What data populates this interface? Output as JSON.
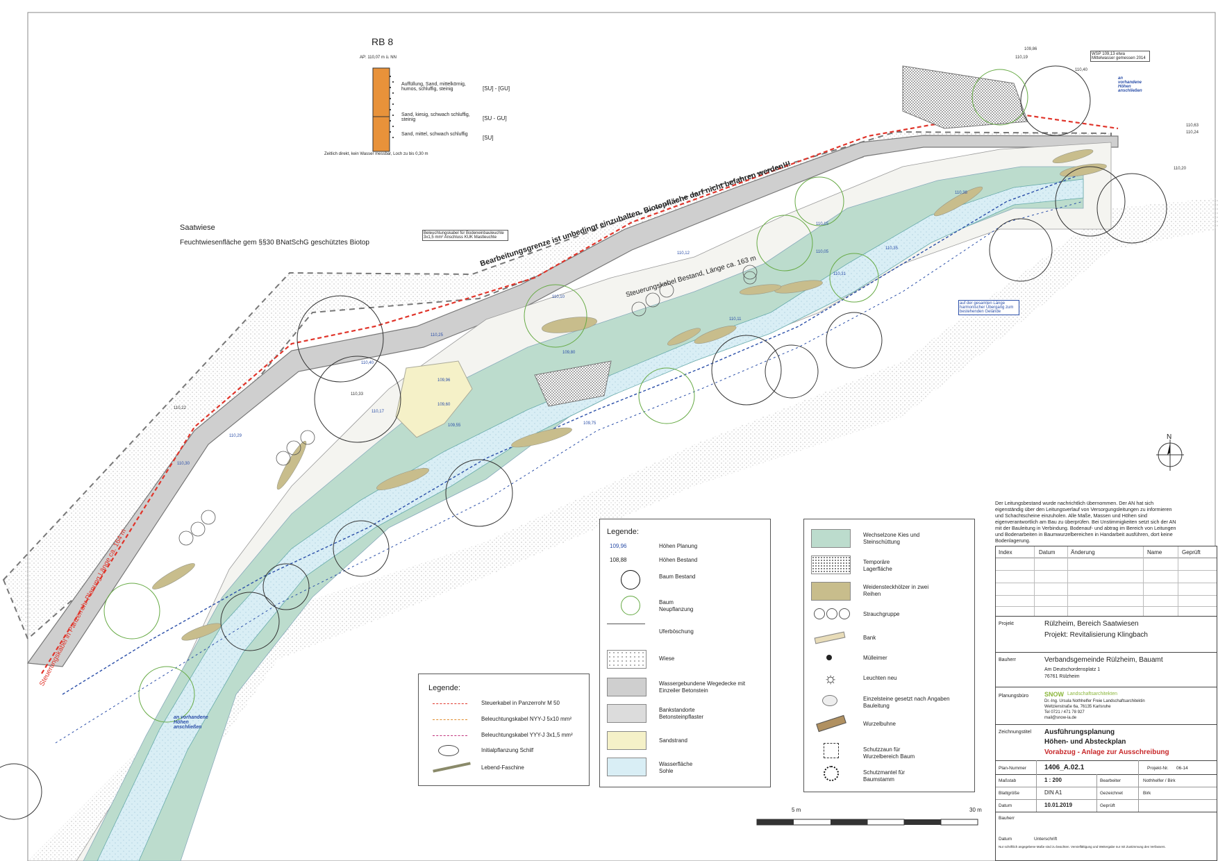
{
  "title_labels": {
    "saatwiese": "Saatwiese",
    "biotop": "Feuchtwiesenfläche gem §§30 BNatSchG geschütztes Biotop",
    "grenze": "Bearbeitungsgrenze ist unbedingt einzuhalten. Biotopfläche darf nicht befahren werden!!!",
    "steuerkabel_bestand": "Steuerungskabel Bestand, Länge ca. 163 m",
    "steuerkabel_planung": "Steuerungskabel in Panzerrohr Planung Länge ca. 164 m",
    "beleuchtung_note": "Beleuchtungskabel für Bodeneinbauleuchte 3x1,5 mm² Anschluss KUK Mastleuchte",
    "wsp_note": "WSP 109,13 etwa Mittelwasser gemessen 2014",
    "gelaende_note": "auf der gesamten Länge harmonischer Übergang zum bestehenden Gelände",
    "anschliessen_1": "an vorhandene Höhen anschließen",
    "anschliessen_2": "an vorhandene Höhen anschließen",
    "north": "N"
  },
  "profile": {
    "title": "RB 8",
    "header": "AP: 110,07 m ü. NN",
    "layers": [
      {
        "label": "Auffüllung, Sand, mittelkörnig, humos, schluffig, steinig",
        "code": "[SU] - [GU]"
      },
      {
        "label": "Sand, kiesig, schwach schluffig, steinig",
        "code": "[SU - GU]"
      },
      {
        "label": "Sand, mittel, schwach schluffig",
        "code": "[SU]"
      }
    ],
    "footer": "Zeitlich direkt, kein Wasser messbar, Loch zu bis 0,30 m"
  },
  "legend_lines": {
    "title": "Legende:",
    "items": [
      {
        "label": "Steuerkabel in Panzerrohr M 50",
        "color": "#e0342a"
      },
      {
        "label": "Beleuchtungskabel NYY-J 5x10 mm²",
        "color": "#e08a2a"
      },
      {
        "label": "Beleuchtungskabel YYY-J 3x1,5 mm²",
        "color": "#c0307a"
      },
      {
        "label": "Initialpflanzung Schilf",
        "color": "#444444"
      },
      {
        "label": "Lebend-Faschine",
        "color": "#8a8a6a"
      }
    ]
  },
  "legend_symbols": {
    "title": "Legende:",
    "items": [
      {
        "label": "Höhen Planung",
        "value": "109,96"
      },
      {
        "label": "Höhen Bestand",
        "value": "108,88"
      },
      {
        "label": "Baum Bestand"
      },
      {
        "label": "Baum Neupflanzung"
      },
      {
        "label": "Uferböschung"
      },
      {
        "label": "Wiese"
      },
      {
        "label": "Wassergebundene Wegedecke mit Einzeiler Betonstein"
      },
      {
        "label": "Bankstandorte Betonsteinpflaster"
      },
      {
        "label": "Sandstrand"
      },
      {
        "label": "Wasserfläche Sohle"
      }
    ]
  },
  "legend_areas": {
    "items": [
      {
        "label": "Wechselzone Kies und Steinschüttung"
      },
      {
        "label": "Temporäre Lagerfläche"
      },
      {
        "label": "Weidensteckhölzer in zwei Reihen"
      },
      {
        "label": "Strauchgruppe"
      },
      {
        "label": "Bank"
      },
      {
        "label": "Mülleimer"
      },
      {
        "label": "Leuchten neu"
      },
      {
        "label": "Einzelsteine gesetzt nach Angaben Bauleitung"
      },
      {
        "label": "Wurzelbuhne"
      },
      {
        "label": "Schutzzaun für Wurzelbereich Baum"
      },
      {
        "label": "Schutzmantel für Baumstamm"
      }
    ]
  },
  "scale_bar": {
    "start": "5 m",
    "end": "30 m"
  },
  "notes": "Der Leitungsbestand wurde nachrichtlich übernommen. Der AN hat sich eigenständig über den Leitungsverlauf von Versorgungsleitungen zu informieren und Schachtscheine einzuholen. Alle Maße, Massen und Höhen sind eigenverantwortlich am Bau zu überprüfen. Bei Unstimmigkeiten setzt sich der AN mit der Bauleitung in Verbindung. Bodenauf- und abtrag im Bereich von Leitungen und Bodenarbeiten in Baumwurzelbereichen in Handarbeit ausführen, dort keine Bodenlagerung.",
  "titleblock": {
    "index_headers": [
      "Index",
      "Datum",
      "Änderung",
      "Name",
      "Geprüft"
    ],
    "projekt_label": "Projekt",
    "projekt_1": "Rülzheim, Bereich Saatwiesen",
    "projekt_2": "Projekt:  Revitalisierung Klingbach",
    "bauherr_label": "Bauherr",
    "bauherr_1": "Verbandsgemeinde Rülzheim, Bauamt",
    "bauherr_2": "Am Deutschordensplatz 1",
    "bauherr_3": "76761 Rülzheim",
    "buero_label": "Planungsbüro",
    "buero_logo": "SNOW",
    "buero_logo_sub": "Landschaftsarchitekten",
    "buero_1": "Dr.-Ing. Ursula Nothhelfer Freie Landschaftsarchitektin",
    "buero_2": "Weltzienstraße 6a, 76135 Karlsruhe",
    "buero_3": "Tel 0721 / 471 78 927",
    "buero_4": "mail@snow-la.de",
    "zeichnung_label": "Zeichnungstitel",
    "zeichnung_1": "Ausführungsplanung",
    "zeichnung_2": "Höhen- und Absteckplan",
    "zeichnung_3": "Vorabzug - Anlage zur Ausschreibung",
    "plannr_label": "Plan-Nummer",
    "plannr": "1406_A.02.1",
    "projektnr_label": "Projekt-Nr.",
    "projektnr": "06-14",
    "massstab_label": "Maßstab",
    "massstab": "1 : 200",
    "bearbeiter_label": "Bearbeiter",
    "bearbeiter": "Nothhelfer / Birk",
    "blatt_label": "Blattgröße",
    "blatt": "DIN A1",
    "gezeichnet_label": "Gezeichnet",
    "gezeichnet": "Birk",
    "datum_label": "Datum",
    "datum": "10.01.2019",
    "geprueft_label": "Geprüft",
    "bauherr_sig": "Bauherr",
    "sig_datum": "Datum",
    "sig_unterschrift": "Unterschrift",
    "copyright": "Nur schriftlich angegebene Maße sind zu beachten. Vervielfältigung und Weitergabe nur mit Zustimmung des Verfassers."
  },
  "elevations": [
    "110,22",
    "110,29",
    "110,30",
    "110,40",
    "110,33",
    "110,25",
    "110,17",
    "110,10",
    "109,96",
    "109,55",
    "109,60",
    "109,75",
    "109,80",
    "110,12",
    "110,15",
    "110,38",
    "110,19",
    "109,86",
    "110,40",
    "110,63",
    "110,24",
    "110,20",
    "110,35",
    "110,31",
    "110,05",
    "110,11"
  ],
  "colors": {
    "water": "#d4ebf2",
    "wechselzone": "#bcdccd",
    "uferboeschung": "#f4f4f0",
    "path": "#cfcfcf",
    "weiden": "#c8bd8c",
    "sand": "#f5f1c8",
    "cable_red": "#e0342a",
    "text_blue": "#2a4ea8"
  }
}
